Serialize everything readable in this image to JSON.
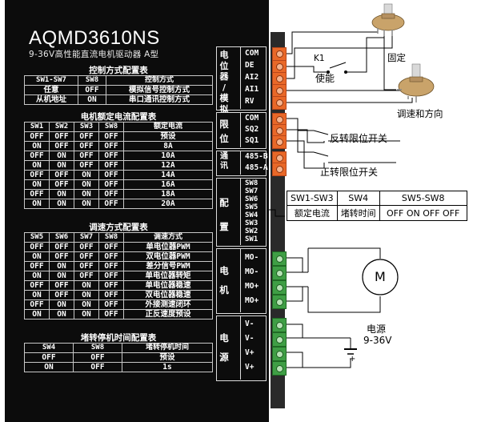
{
  "device": {
    "model": "AQMD3610NS",
    "subtitle": "9-36V高性能直流电机驱动器 A型"
  },
  "control_table": {
    "title": "控制方式配置表",
    "headers": [
      "SW1-SW7",
      "SW8",
      "控制方式"
    ],
    "rows": [
      [
        "任意",
        "OFF",
        "模拟信号控制方式"
      ],
      [
        "从机地址",
        "ON",
        "串口通讯控制方式"
      ]
    ]
  },
  "current_table": {
    "title": "电机额定电流配置表",
    "headers": [
      "SW1",
      "SW2",
      "SW3",
      "SW8",
      "额定电流"
    ],
    "rows": [
      [
        "OFF",
        "OFF",
        "OFF",
        "OFF",
        "预设"
      ],
      [
        "ON",
        "OFF",
        "OFF",
        "OFF",
        "8A"
      ],
      [
        "OFF",
        "ON",
        "OFF",
        "OFF",
        "10A"
      ],
      [
        "ON",
        "ON",
        "OFF",
        "OFF",
        "12A"
      ],
      [
        "OFF",
        "OFF",
        "ON",
        "OFF",
        "14A"
      ],
      [
        "ON",
        "OFF",
        "ON",
        "OFF",
        "16A"
      ],
      [
        "OFF",
        "ON",
        "ON",
        "OFF",
        "18A"
      ],
      [
        "ON",
        "ON",
        "ON",
        "OFF",
        "20A"
      ]
    ]
  },
  "speed_table": {
    "title": "调速方式配置表",
    "headers": [
      "SW5",
      "SW6",
      "SW7",
      "SW8",
      "调速方式"
    ],
    "rows": [
      [
        "OFF",
        "OFF",
        "OFF",
        "OFF",
        "单电位器PWM"
      ],
      [
        "ON",
        "OFF",
        "OFF",
        "OFF",
        "双电位器PWM"
      ],
      [
        "OFF",
        "ON",
        "OFF",
        "OFF",
        "差分信号PWM"
      ],
      [
        "ON",
        "ON",
        "OFF",
        "OFF",
        "单电位器转矩"
      ],
      [
        "OFF",
        "OFF",
        "ON",
        "OFF",
        "单电位器稳速"
      ],
      [
        "ON",
        "OFF",
        "ON",
        "OFF",
        "双电位器稳速"
      ],
      [
        "OFF",
        "ON",
        "ON",
        "OFF",
        "外接测速闭环"
      ],
      [
        "ON",
        "ON",
        "ON",
        "OFF",
        "正反速度预设"
      ]
    ]
  },
  "stall_table": {
    "title": "堵转停机时间配置表",
    "headers": [
      "SW4",
      "SW8",
      "堵转停机时间"
    ],
    "rows": [
      [
        "OFF",
        "OFF",
        "预设"
      ],
      [
        "ON",
        "OFF",
        "1s"
      ]
    ]
  },
  "zones": {
    "pot": {
      "label": "电位器/模拟",
      "pins": [
        "COM",
        "DE",
        "AI2",
        "AI1",
        "RV"
      ]
    },
    "limit": {
      "label": "限位",
      "pins": [
        "COM",
        "SQ2",
        "SQ1"
      ]
    },
    "comm": {
      "label": "通讯",
      "pins": [
        "485-B",
        "485-A"
      ]
    },
    "config": {
      "label": "配置",
      "pins": [
        "SW8",
        "SW7",
        "SW6",
        "SW5",
        "SW4",
        "SW3",
        "SW2",
        "SW1"
      ]
    },
    "motor": {
      "label": "电机",
      "pins": [
        "MO-",
        "MO-",
        "MO+",
        "MO+"
      ]
    },
    "power": {
      "label": "电源",
      "pins": [
        "V-",
        "V-",
        "V+",
        "V+"
      ]
    }
  },
  "annotations": {
    "k1": "K1",
    "enable": "使能",
    "fixed": "固定",
    "speed_dir": "调速和方向",
    "rev_limit": "反转限位开关",
    "fwd_limit": "正转限位开关",
    "motor_symbol": "M",
    "power_label": "电源",
    "power_range": "9-36V",
    "plus": "+"
  },
  "sw_summary": {
    "headers": [
      "SW1-SW3",
      "SW4",
      "SW5-SW8"
    ],
    "values": [
      "额定电流",
      "堵转时间",
      "OFF ON OFF OFF"
    ]
  }
}
